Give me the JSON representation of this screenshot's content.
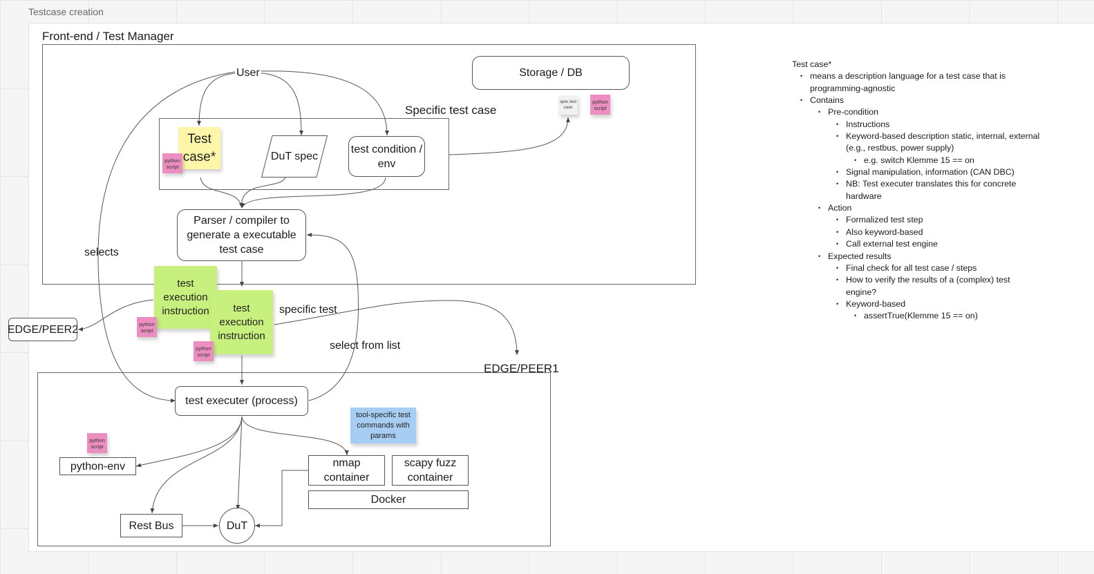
{
  "board_title": "Testcase creation",
  "sections": {
    "frontend": "Front-end / Test Manager",
    "specific_test_case": "Specific test case",
    "edge_peer1": "EDGE/PEER1"
  },
  "nodes": {
    "user": "User",
    "storage": "Storage / DB",
    "test_case": "Test case*",
    "dut_spec": "DuT spec",
    "test_condition": "test condition / env",
    "parser": "Parser / compiler to generate a executable test case",
    "edge_peer2": "EDGE/PEER2",
    "test_executer": "test executer (process)",
    "python_env": "python-env",
    "nmap": "nmap container",
    "scapy": "scapy fuzz container",
    "docker": "Docker",
    "rest_bus": "Rest Bus",
    "dut": "DuT"
  },
  "stickies": {
    "python_script": "python script",
    "spec_test_case": "spec test case",
    "test_execution_instruction": "test execution instruction",
    "tool_specific": "tool-specific test commands with params"
  },
  "edge_labels": {
    "selects": "selects",
    "specific_test": "specific test",
    "select_from_list": "select from list"
  },
  "notes": {
    "title": "Test case*",
    "items": [
      {
        "text": "means a description language for a test case that is programming-agnostic"
      },
      {
        "text": "Contains",
        "children": [
          {
            "text": "Pre-condition",
            "children": [
              {
                "text": "Instructions"
              },
              {
                "text": "Keyword-based description static, internal, external (e.g., restbus, power supply)",
                "children": [
                  {
                    "text": "e.g. switch Klemme 15 == on"
                  }
                ]
              },
              {
                "text": "Signal manipulation, information (CAN DBC)"
              },
              {
                "text": "NB: Test executer translates this for concrete hardware"
              }
            ]
          },
          {
            "text": "Action",
            "children": [
              {
                "text": "Formalized test step"
              },
              {
                "text": "Also keyword-based"
              },
              {
                "text": "Call external test engine"
              }
            ]
          },
          {
            "text": "Expected results",
            "children": [
              {
                "text": "Final check for all test case / steps"
              },
              {
                "text": "How to verify the results of a (complex) test engine?"
              },
              {
                "text": "Keyword-based",
                "children": [
                  {
                    "text": "assertTrue(Klemme 15 == on)"
                  }
                ]
              }
            ]
          }
        ]
      }
    ]
  },
  "colors": {
    "pink_sticky": "#ec8fc0",
    "green_sticky": "#c7f07e",
    "yellow_sticky": "#fdf5a8",
    "blue_sticky": "#a7cdf3"
  }
}
